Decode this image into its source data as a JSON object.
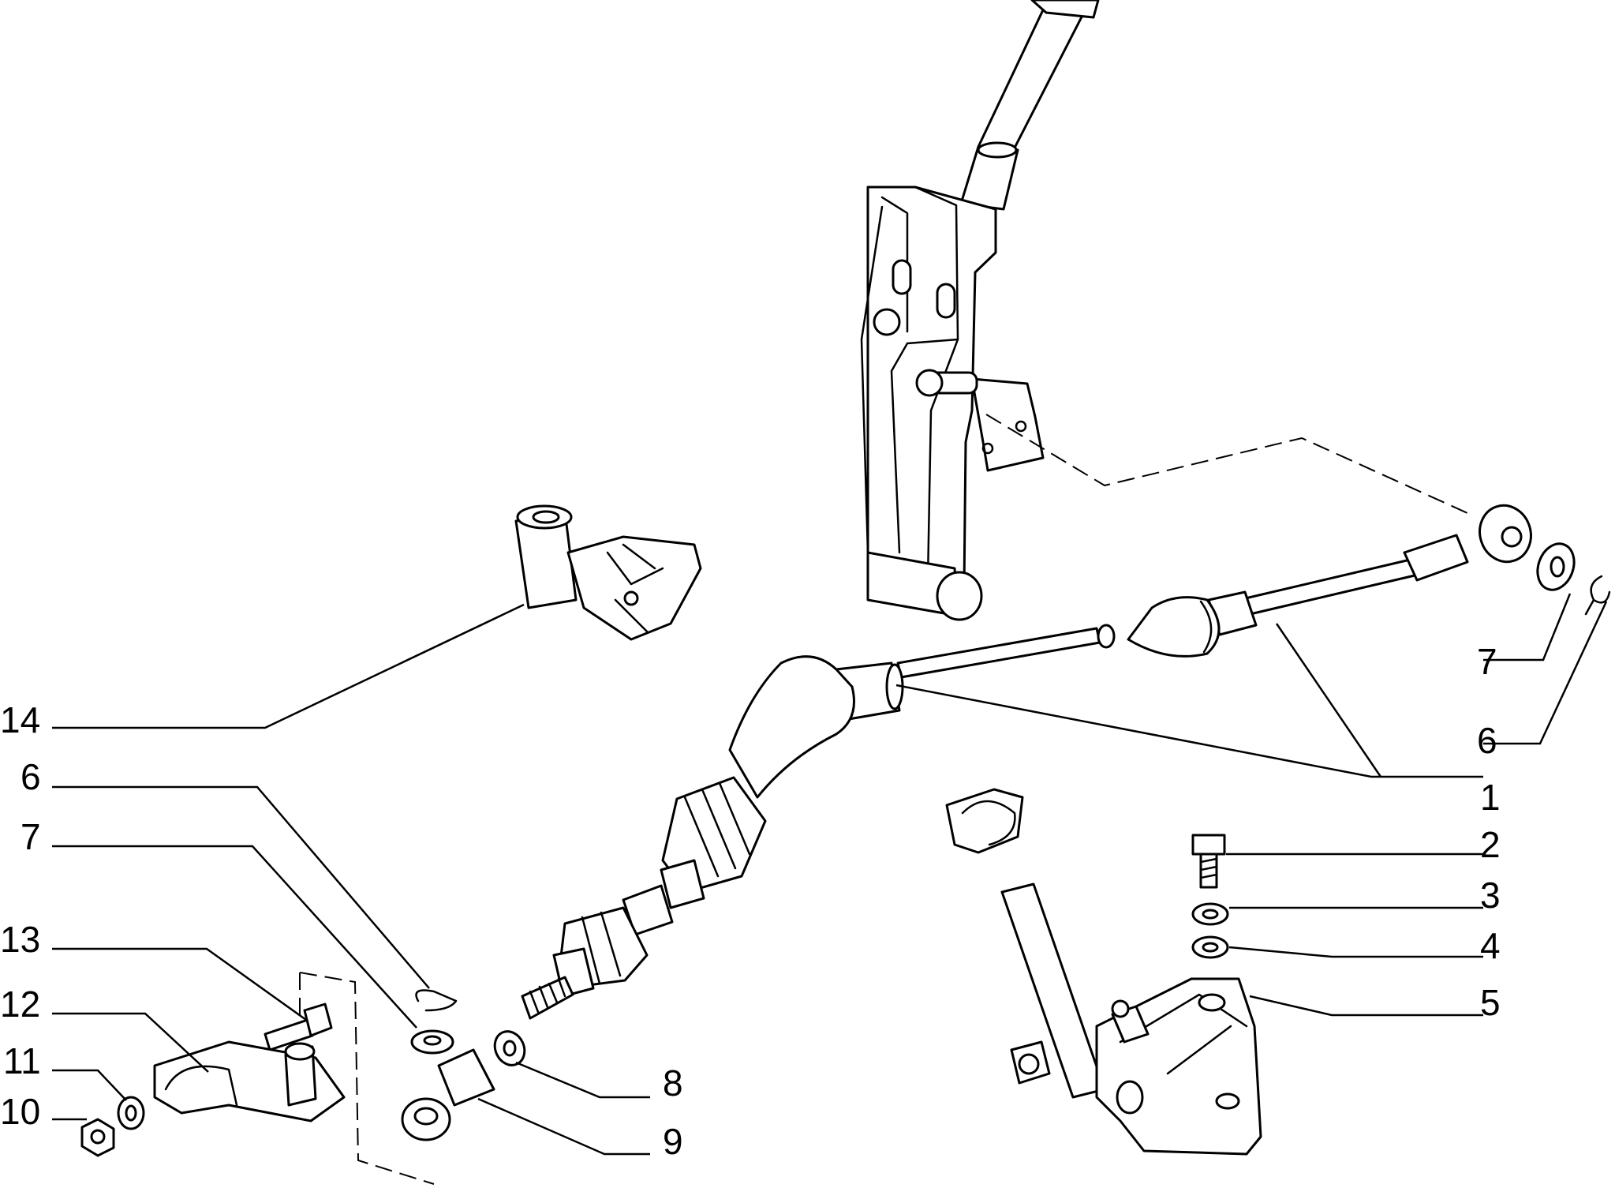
{
  "callouts": {
    "c1": "1",
    "c2": "2",
    "c3": "3",
    "c4": "4",
    "c5": "5",
    "c6_right": "6",
    "c7_right": "7",
    "c6_left": "6",
    "c7_left": "7",
    "c8": "8",
    "c9": "9",
    "c10": "10",
    "c11": "11",
    "c12": "12",
    "c13": "13",
    "c14": "14"
  }
}
